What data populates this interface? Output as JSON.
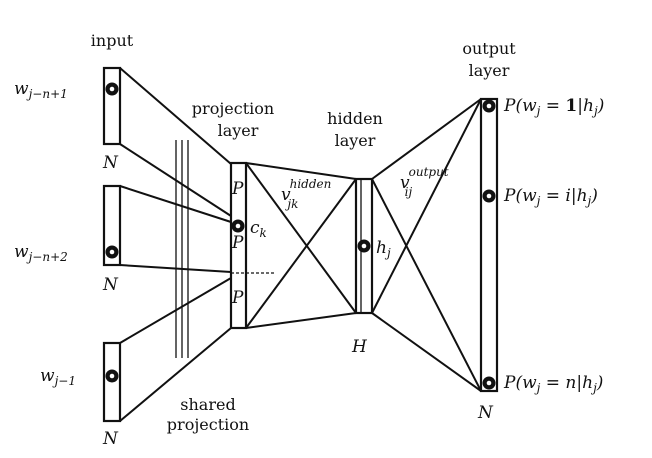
{
  "labels": {
    "input": "input",
    "projection_layer_1": "projection",
    "projection_layer_2": "layer",
    "hidden_layer_1": "hidden",
    "hidden_layer_2": "layer",
    "output_layer_1": "output",
    "output_layer_2": "layer",
    "shared_projection_1": "shared",
    "shared_projection_2": "projection",
    "w_first": {
      "base": "w",
      "sub": "j−n+1"
    },
    "w_second": {
      "base": "w",
      "sub": "j−n+2"
    },
    "w_last": {
      "base": "w",
      "sub": "j−1"
    },
    "N": "N",
    "P": "P",
    "H": "H",
    "c_k": {
      "base": "c",
      "sub": "k"
    },
    "h_j": {
      "base": "h",
      "sub": "j"
    },
    "v_hidden": {
      "base": "v",
      "sub": "jk",
      "sup": "hidden"
    },
    "v_output": {
      "base": "v",
      "sub": "ij",
      "sup": "output"
    },
    "p1": {
      "pre": "P(w",
      "sub": "j",
      "mid": " = ",
      "val": "1",
      "post": "|h",
      "sub2": "j",
      "end": ")"
    },
    "p2": {
      "pre": "P(w",
      "sub": "j",
      "mid": " = ",
      "val": "i",
      "post": "|h",
      "sub2": "j",
      "end": ")"
    },
    "p3": {
      "pre": "P(w",
      "sub": "j",
      "mid": " = ",
      "val": "n",
      "post": "|h",
      "sub2": "j",
      "end": ")"
    }
  },
  "colors": {
    "ink": "#111111",
    "background": "#ffffff"
  }
}
